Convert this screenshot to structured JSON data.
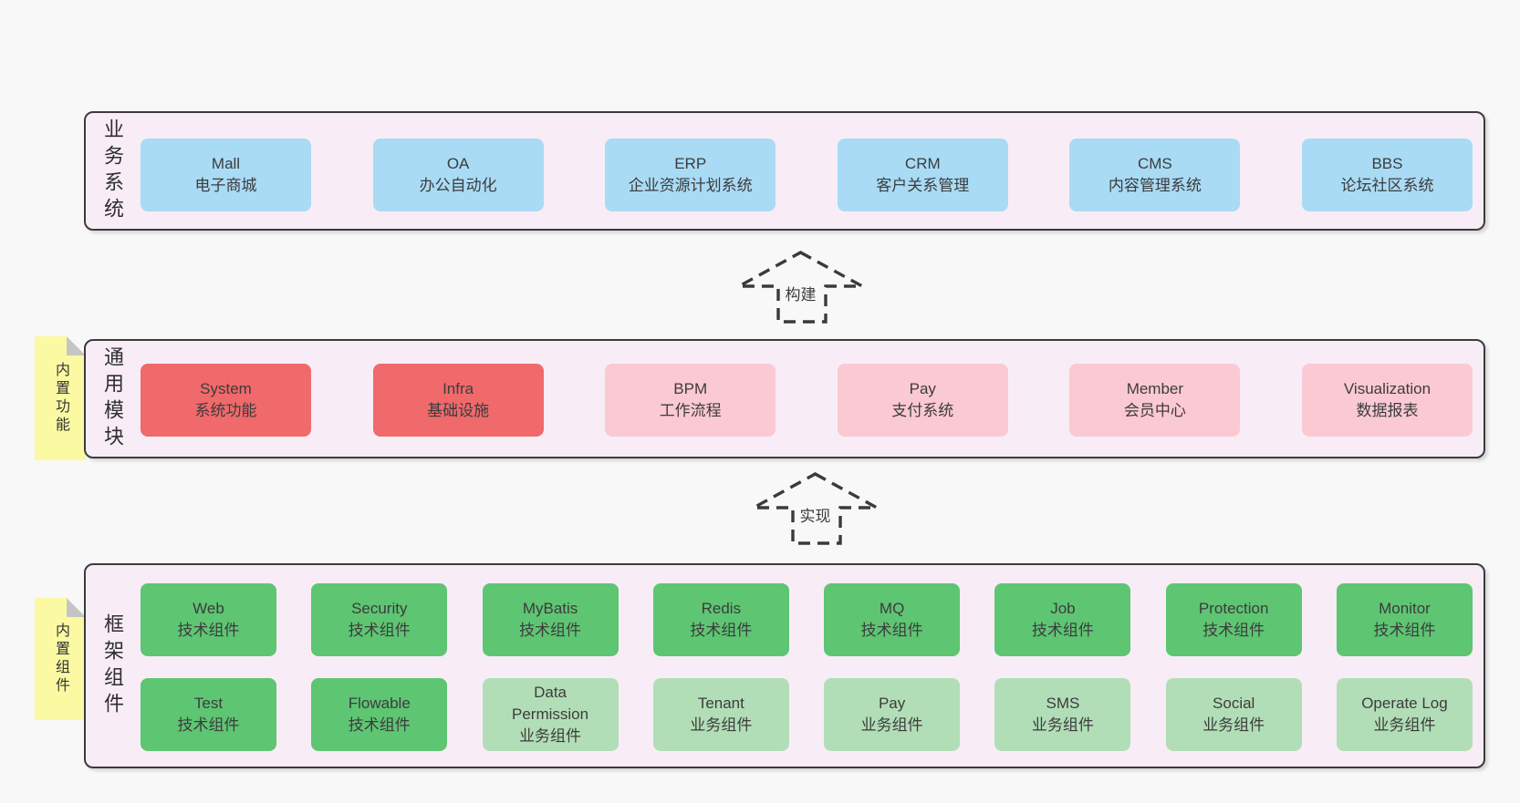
{
  "page": {
    "background": "#f8f8f8"
  },
  "colors": {
    "band_background": "#f8edf6",
    "band_border": "#3b3b3b",
    "box_blue": "#a9dbf5",
    "box_red": "#f0696b",
    "box_pink": "#fbc9d3",
    "box_green": "#5ec573",
    "box_green_light": "#b2deb7",
    "note_yellow": "#fbfaa3",
    "note_fold_gray": "#c5c5c5",
    "text": "#3c3c3c"
  },
  "bands": [
    {
      "label": "业务系统",
      "boxes": [
        {
          "name": "Mall",
          "desc": "电子商城",
          "variant": "blue"
        },
        {
          "name": "OA",
          "desc": "办公自动化",
          "variant": "blue"
        },
        {
          "name": "ERP",
          "desc": "企业资源计划系统",
          "variant": "blue"
        },
        {
          "name": "CRM",
          "desc": "客户关系管理",
          "variant": "blue"
        },
        {
          "name": "CMS",
          "desc": "内容管理系统",
          "variant": "blue"
        },
        {
          "name": "BBS",
          "desc": "论坛社区系统",
          "variant": "blue"
        }
      ]
    },
    {
      "label": "通用模块",
      "note": "内置功能",
      "boxes": [
        {
          "name": "System",
          "desc": "系统功能",
          "variant": "red"
        },
        {
          "name": "Infra",
          "desc": "基础设施",
          "variant": "red"
        },
        {
          "name": "BPM",
          "desc": "工作流程",
          "variant": "pink"
        },
        {
          "name": "Pay",
          "desc": "支付系统",
          "variant": "pink"
        },
        {
          "name": "Member",
          "desc": "会员中心",
          "variant": "pink"
        },
        {
          "name": "Visualization",
          "desc": "数据报表",
          "variant": "pink"
        }
      ]
    },
    {
      "label": "框架组件",
      "note": "内置组件",
      "rows": [
        {
          "boxes": [
            {
              "name": "Web",
              "desc": "技术组件",
              "variant": "green"
            },
            {
              "name": "Security",
              "desc": "技术组件",
              "variant": "green"
            },
            {
              "name": "MyBatis",
              "desc": "技术组件",
              "variant": "green"
            },
            {
              "name": "Redis",
              "desc": "技术组件",
              "variant": "green"
            },
            {
              "name": "MQ",
              "desc": "技术组件",
              "variant": "green"
            },
            {
              "name": "Job",
              "desc": "技术组件",
              "variant": "green"
            },
            {
              "name": "Protection",
              "desc": "技术组件",
              "variant": "green"
            },
            {
              "name": "Monitor",
              "desc": "技术组件",
              "variant": "green"
            }
          ]
        },
        {
          "boxes": [
            {
              "name": "Test",
              "desc": "技术组件",
              "variant": "green"
            },
            {
              "name": "Flowable",
              "desc": "技术组件",
              "variant": "green"
            },
            {
              "name": "Data Permission",
              "desc": "业务组件",
              "variant": "green-light"
            },
            {
              "name": "Tenant",
              "desc": "业务组件",
              "variant": "green-light"
            },
            {
              "name": "Pay",
              "desc": "业务组件",
              "variant": "green-light"
            },
            {
              "name": "SMS",
              "desc": "业务组件",
              "variant": "green-light"
            },
            {
              "name": "Social",
              "desc": "业务组件",
              "variant": "green-light"
            },
            {
              "name": "Operate Log",
              "desc": "业务组件",
              "variant": "green-light"
            }
          ]
        }
      ]
    }
  ],
  "arrows": [
    {
      "label": "构建"
    },
    {
      "label": "实现"
    }
  ]
}
